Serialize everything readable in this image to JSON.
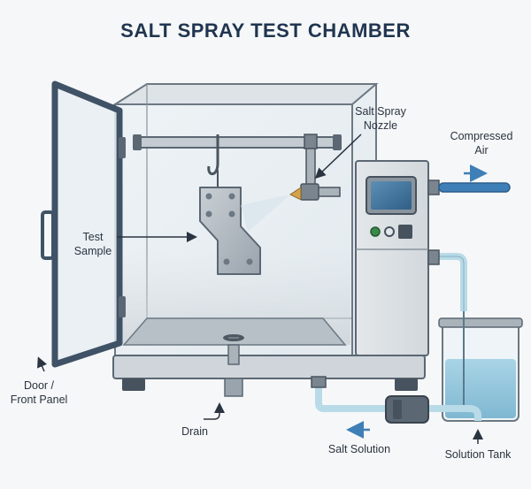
{
  "title": "SALT SPRAY TEST CHAMBER",
  "labels": {
    "salt_spray_nozzle": [
      "Salt Spray",
      "Nozzle"
    ],
    "compressed_air": [
      "Compressed",
      "Air"
    ],
    "test_sample": [
      "Test",
      "Sample"
    ],
    "door_front_panel": [
      "Door /",
      "Front Panel"
    ],
    "drain": "Drain",
    "salt_solution": "Salt Solution",
    "solution_tank": "Solution Tank"
  },
  "colors": {
    "title": "#1f3550",
    "door_frame": "#3f5266",
    "air_pipe": "#3f7fb8",
    "solution_water": "#8fc4dc",
    "frame": "#5b6773",
    "led_green": "#3a8a4a"
  }
}
